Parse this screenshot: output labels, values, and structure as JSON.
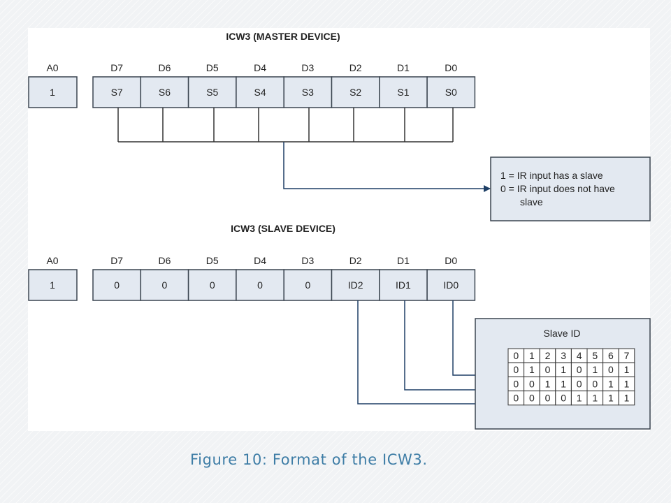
{
  "master": {
    "title": "ICW3 (MASTER DEVICE)",
    "a0_header": "A0",
    "a0_value": "1",
    "bit_headers": [
      "D7",
      "D6",
      "D5",
      "D4",
      "D3",
      "D2",
      "D1",
      "D0"
    ],
    "bit_values": [
      "S7",
      "S6",
      "S5",
      "S4",
      "S3",
      "S2",
      "S1",
      "S0"
    ],
    "note_lines": [
      "1 = IR input has a slave",
      "0 = IR input does not have",
      "slave"
    ]
  },
  "slave": {
    "title": "ICW3 (SLAVE DEVICE)",
    "a0_header": "A0",
    "a0_value": "1",
    "bit_headers": [
      "D7",
      "D6",
      "D5",
      "D4",
      "D3",
      "D2",
      "D1",
      "D0"
    ],
    "bit_values": [
      "0",
      "0",
      "0",
      "0",
      "0",
      "ID2",
      "ID1",
      "ID0"
    ]
  },
  "slave_id": {
    "title": "Slave ID",
    "header": [
      "0",
      "1",
      "2",
      "3",
      "4",
      "5",
      "6",
      "7"
    ],
    "rows": [
      [
        "0",
        "1",
        "0",
        "1",
        "0",
        "1",
        "0",
        "1"
      ],
      [
        "0",
        "0",
        "1",
        "1",
        "0",
        "0",
        "1",
        "1"
      ],
      [
        "0",
        "0",
        "0",
        "0",
        "1",
        "1",
        "1",
        "1"
      ]
    ]
  },
  "caption": "Figure 10: Format of the ICW3.",
  "colors": {
    "cell_fill": "#e3e9f1",
    "panel_fill": "#e3e9f1",
    "stroke": "#3b4550",
    "arrow": "#1e3f66",
    "caption": "#3e7da6",
    "content_bg": "#ffffff"
  }
}
